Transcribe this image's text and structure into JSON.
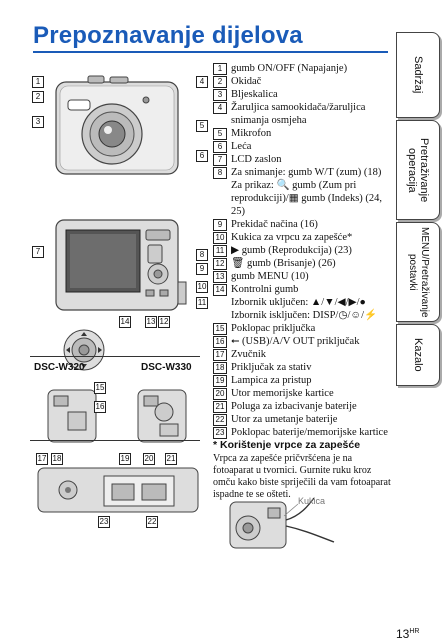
{
  "page": {
    "title": "Prepoznavanje dijelova",
    "number": "13",
    "number_suffix": "HR"
  },
  "side_tabs": [
    {
      "label": "Sadržaj"
    },
    {
      "label": "Pretraživanje operacija"
    },
    {
      "label": "MENU/Pretraživanje postavki"
    },
    {
      "label": "Kazalo"
    }
  ],
  "parts": [
    {
      "num": "1",
      "text": "gumb ON/OFF (Napajanje)"
    },
    {
      "num": "2",
      "text": "Okidač"
    },
    {
      "num": "3",
      "text": "Bljeskalica"
    },
    {
      "num": "4",
      "text": "Žaruljica samookidača/žaruljica\nsnimanja osmjeha"
    },
    {
      "num": "5",
      "text": "Mikrofon"
    },
    {
      "num": "6",
      "text": "Leća"
    },
    {
      "num": "7",
      "text": "LCD zaslon"
    },
    {
      "num": "8",
      "text": "Za snimanje: gumb W/T (zum) (18)\nZa prikaz: 🔍 gumb (Zum pri\nreprodukciji)/▦ gumb (Indeks) (24, 25)"
    },
    {
      "num": "9",
      "text": "Prekidač načina (16)"
    },
    {
      "num": "10",
      "text": "Kukica za vrpcu za zapešće*"
    },
    {
      "num": "11",
      "text": "▶ gumb (Reprodukcija) (23)"
    },
    {
      "num": "12",
      "text": "🗑 gumb (Brisanje) (26)"
    },
    {
      "num": "13",
      "text": "gumb MENU (10)"
    },
    {
      "num": "14",
      "text": "Kontrolni gumb\nIzbornik uključen: ▲/▼/◀/▶/●\nIzbornik isključen: DISP/◷/☺/⚡"
    },
    {
      "num": "15",
      "text": "Poklopac priključka"
    },
    {
      "num": "16",
      "text": "⭠ (USB)/A/V OUT priključak"
    },
    {
      "num": "17",
      "text": "Zvučnik"
    },
    {
      "num": "18",
      "text": "Priključak za stativ"
    },
    {
      "num": "19",
      "text": "Lampica za pristup"
    },
    {
      "num": "20",
      "text": "Utor memorijske kartice"
    },
    {
      "num": "21",
      "text": "Poluga za izbacivanje baterije"
    },
    {
      "num": "22",
      "text": "Utor za umetanje baterije"
    },
    {
      "num": "23",
      "text": "Poklopac baterije/memorijske kartice"
    }
  ],
  "strap_note": {
    "heading": "* Korištenje vrpce za zapešće",
    "body": "Vrpca za zapešće pričvršćena je na fotoaparat u tvornici. Gurnite ruku kroz omču kako biste spriječili da vam fotoaparat ispadne te se ošteti.",
    "figure_label": "Kukica"
  },
  "figure": {
    "models": [
      "DSC-W320",
      "DSC-W330"
    ],
    "callouts": [
      "1",
      "2",
      "3",
      "4",
      "5",
      "6",
      "7",
      "8",
      "9",
      "10",
      "11",
      "12",
      "13",
      "14",
      "15",
      "16",
      "17",
      "18",
      "19",
      "20",
      "21",
      "22",
      "23"
    ]
  }
}
